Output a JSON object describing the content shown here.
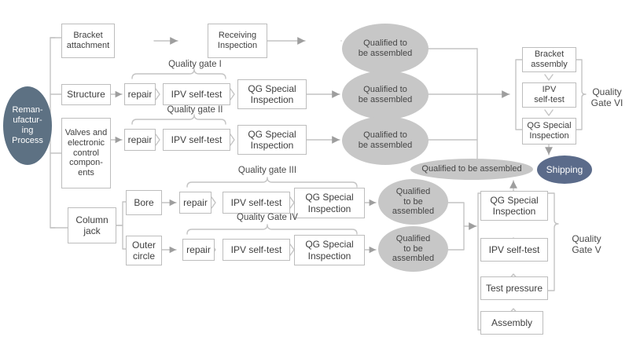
{
  "diagram": {
    "title": "Remanufacturing Process Quality Gate Flow",
    "colors": {
      "process_ellipse": "#5d7183",
      "shipping_ellipse": "#5b6b8a",
      "qualified_ellipse": "#c7c7c7",
      "box_border": "#bdbdbd",
      "connector": "#bfbfbf",
      "text": "#404040"
    },
    "start": {
      "label": "Reman-\nufactur-\ning\nProcess"
    },
    "end": {
      "label": "Shipping"
    },
    "streams": [
      {
        "id": "bracket",
        "source": "Bracket\nattachment",
        "steps": [
          "Receiving\nInspection"
        ],
        "gate": "",
        "result": "Qualified to\nbe assembled"
      },
      {
        "id": "structure",
        "source": "Structure",
        "steps": [
          "repair",
          "IPV self-test",
          "QG Special\nInspection"
        ],
        "gate": "Quality gate I",
        "result": "Qualified to\nbe assembled"
      },
      {
        "id": "valves",
        "source": "Valves and\nelectronic\ncontrol\ncompon-\nents",
        "steps": [
          "repair",
          "IPV self-test",
          "QG Special\nInspection"
        ],
        "gate": "Quality gate  II",
        "result": "Qualified to\nbe assembled"
      },
      {
        "id": "bore",
        "source": "Bore",
        "parent": "Column\njack",
        "steps": [
          "repair",
          "IPV self-test",
          "QG Special\nInspection"
        ],
        "gate": "Quality gate  III",
        "result": "Qualified\nto be\nassembled"
      },
      {
        "id": "outer-circle",
        "source": "Outer\ncircle",
        "parent": "Column\njack",
        "steps": [
          "repair",
          "IPV self-test",
          "QG Special\nInspection"
        ],
        "gate": "Quality Gate IV",
        "result": "Qualified\nto be\nassembled"
      }
    ],
    "gate_v": {
      "label": "Quality\nGate V",
      "steps": [
        "QG Special\nInspection",
        "IPV self-test",
        "Test pressure",
        "Assembly"
      ],
      "output": "Qualified to be assembled"
    },
    "gate_vi": {
      "label": "Quality\nGate VI",
      "steps": [
        "Bracket\nassembly",
        "IPV\nself-test",
        "QG Special\nInspection"
      ]
    }
  }
}
